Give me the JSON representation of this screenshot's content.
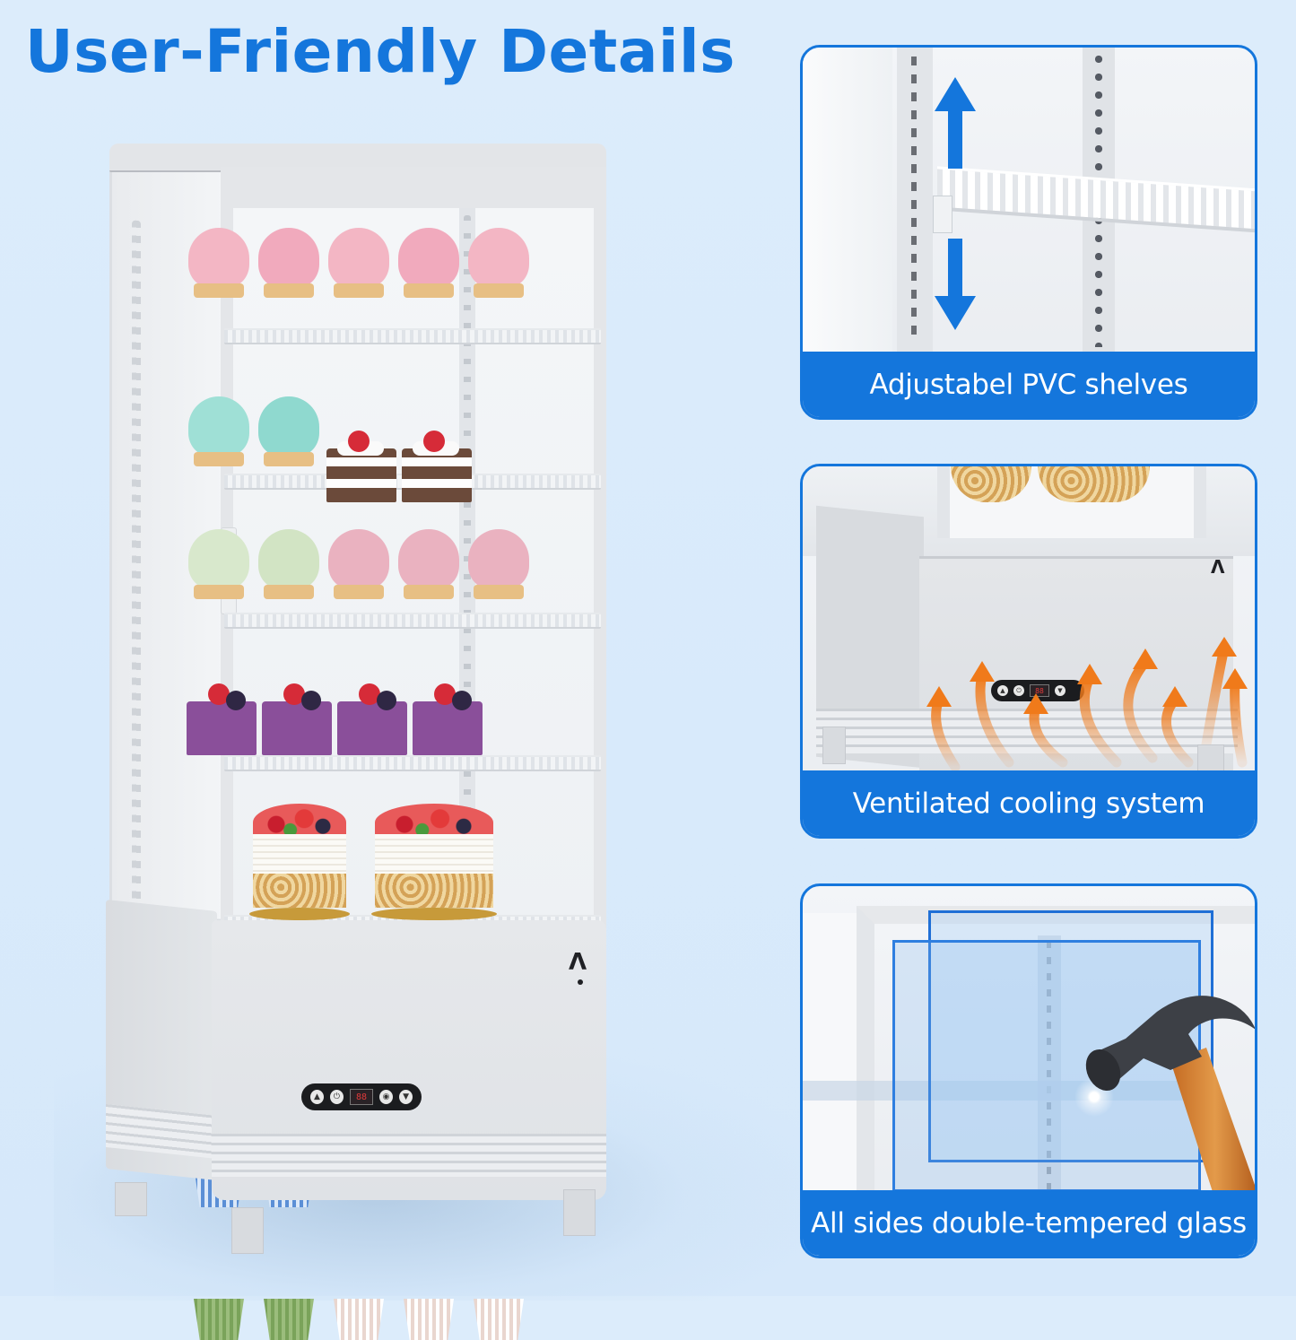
{
  "header": {
    "title": "User-Friendly Details",
    "title_color": "#1476dc"
  },
  "product": {
    "name": "display-refrigerator",
    "shelves": 5,
    "control_panel": {
      "buttons": [
        "light",
        "power",
        "set",
        "down"
      ],
      "display_value": "88"
    },
    "logo_glyph": "Λ"
  },
  "features": [
    {
      "label": "Adjustabel PVC shelves",
      "icon": "up-down-arrows"
    },
    {
      "label": "Ventilated cooling system",
      "icon": "heat-flow-arrows"
    },
    {
      "label": "All sides double-tempered glass",
      "icon": "hammer"
    }
  ],
  "colors": {
    "background": "#dcecfb",
    "accent_blue": "#1476dc",
    "label_text": "#ffffff",
    "airflow_orange": "#f07a1a"
  }
}
